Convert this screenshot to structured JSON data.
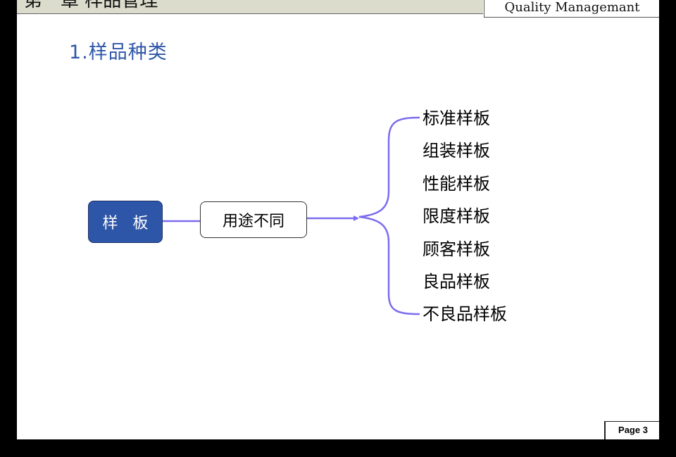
{
  "header": {
    "title": "第一章  样品管理",
    "subtitle": "Quality Managemant"
  },
  "section_title": "1.样品种类",
  "diagram": {
    "root": "样  板",
    "middle": "用途不同",
    "branches": [
      "标准样板",
      "组装样板",
      "性能样板",
      "限度样板",
      "顾客样板",
      "良品样板",
      "不良品样板"
    ]
  },
  "colors": {
    "accent": "#2e56a8",
    "connector": "#7b6cf0"
  },
  "footer": {
    "page": "Page 3"
  }
}
